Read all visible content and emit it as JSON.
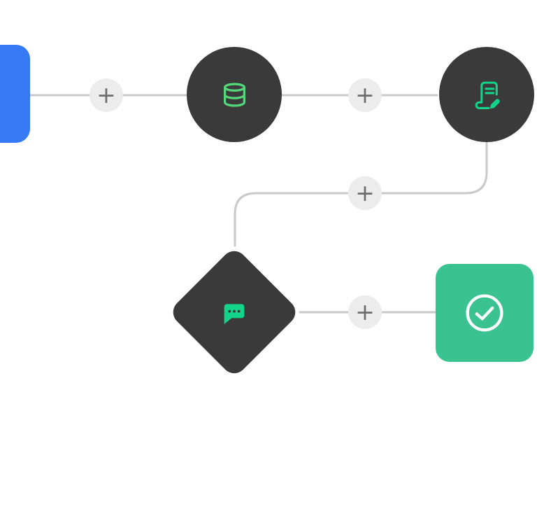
{
  "app": {
    "view": "workflow-builder-canvas"
  },
  "ui": {
    "plus_label": "+"
  },
  "colors": {
    "background": "#ffffff",
    "node_dark": "#3a3a3a",
    "node_blue": "#3579f4",
    "node_green": "#3ac290",
    "icon_green_light": "#55d77c",
    "icon_green": "#12d48a",
    "connector": "#c9c9c9",
    "plus_bg": "#ececec",
    "plus_glyph": "#6d6d6d"
  },
  "nodes": [
    {
      "id": "trigger",
      "shape": "rounded-square",
      "color": "#3579f4",
      "icon": "none-visible",
      "note": "partially off-screen left"
    },
    {
      "id": "database",
      "shape": "circle",
      "color": "#3a3a3a",
      "icon": "database-icon"
    },
    {
      "id": "document-edit",
      "shape": "circle",
      "color": "#3a3a3a",
      "icon": "document-edit-icon"
    },
    {
      "id": "message",
      "shape": "diamond",
      "color": "#3a3a3a",
      "icon": "message-dots-icon"
    },
    {
      "id": "success",
      "shape": "rounded-square",
      "color": "#3ac290",
      "icon": "check-circle-icon"
    }
  ],
  "connectors": [
    {
      "from": "trigger",
      "to": "database",
      "type": "straight",
      "has_plus": true
    },
    {
      "from": "database",
      "to": "document-edit",
      "type": "straight",
      "has_plus": true
    },
    {
      "from": "document-edit",
      "to": "message",
      "type": "s-curve",
      "has_plus": true
    },
    {
      "from": "message",
      "to": "success",
      "type": "straight",
      "has_plus": true
    }
  ]
}
